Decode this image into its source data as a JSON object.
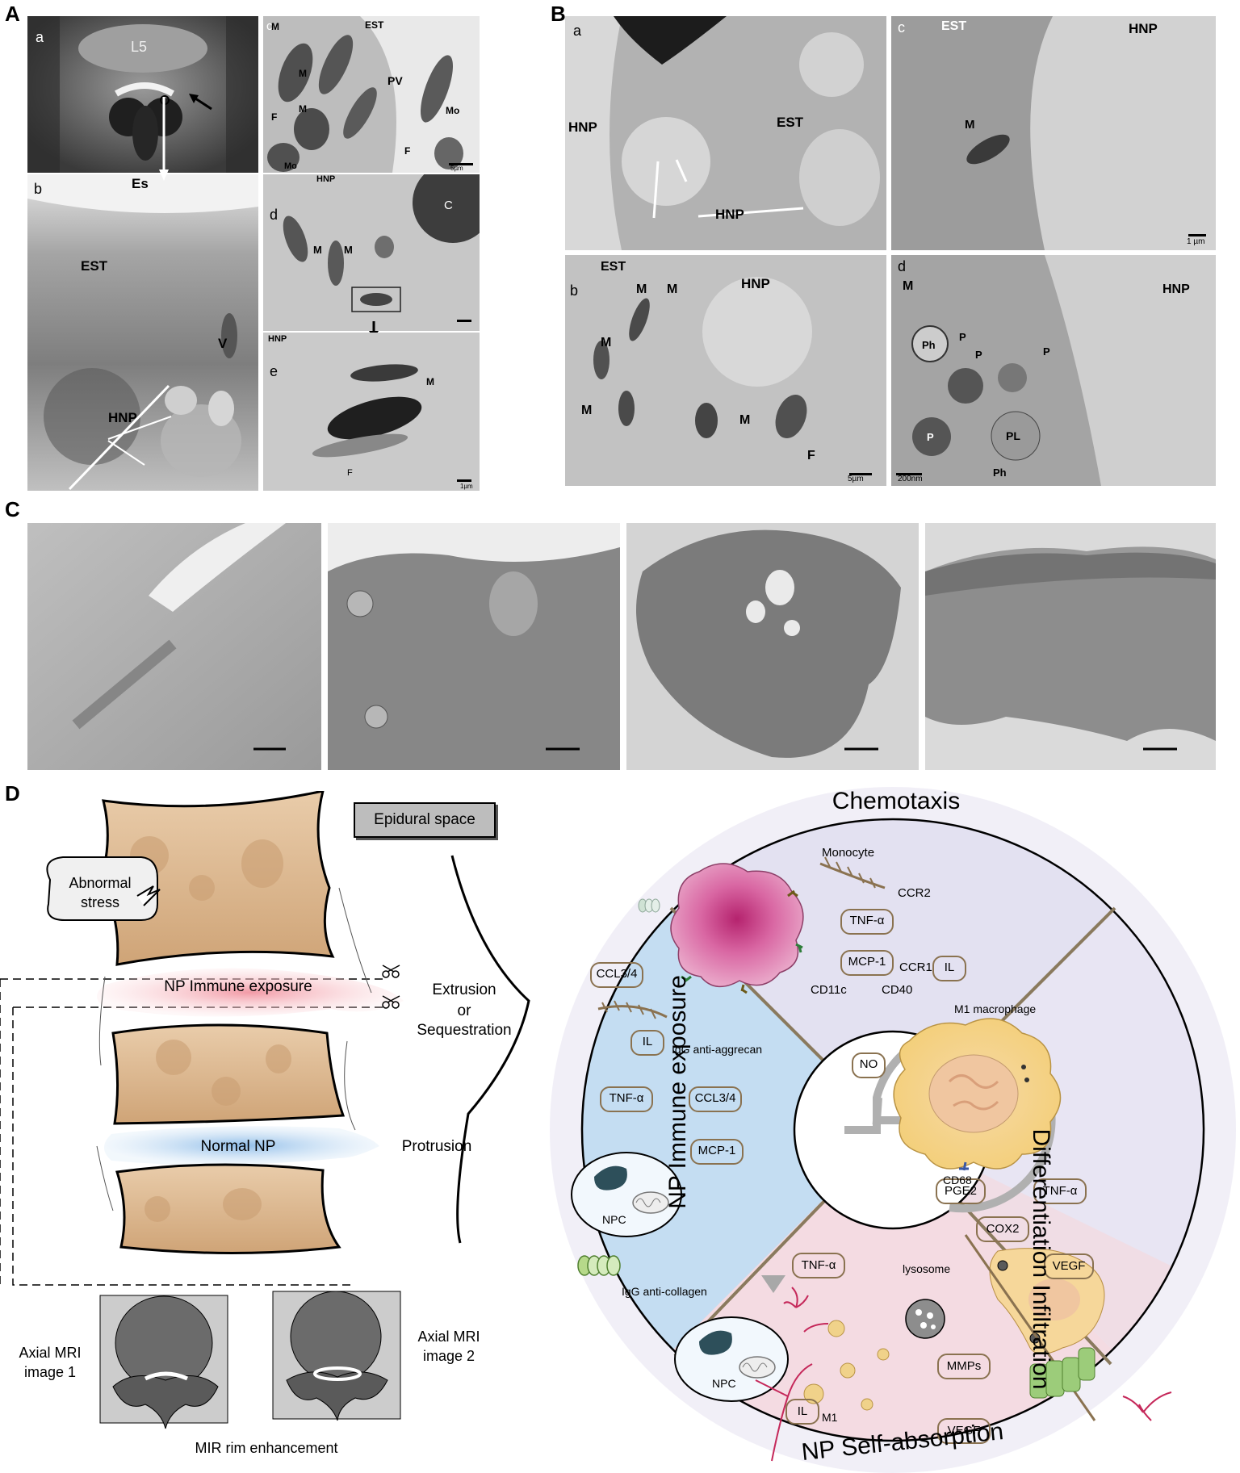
{
  "panels": {
    "A": "A",
    "B": "B",
    "C": "C",
    "D": "D"
  },
  "panelA": {
    "a": {
      "letter": "a",
      "L5": "L5"
    },
    "b": {
      "letter": "b",
      "Es": "Es",
      "EST": "EST",
      "V": "V",
      "HNP": "HNP"
    },
    "c": {
      "letter": "c",
      "EST": "EST",
      "M1": "M",
      "M2": "M",
      "M3": "M",
      "F1": "F",
      "F2": "F",
      "PV": "PV",
      "Mo1": "Mo",
      "Mo2": "Mo",
      "scale": "5µm"
    },
    "d": {
      "letter": "d",
      "HNP": "HNP",
      "C": "C",
      "M1": "M",
      "M2": "M"
    },
    "e": {
      "letter": "e",
      "HNP": "HNP",
      "M": "M",
      "F": "F",
      "scale": "1µm"
    }
  },
  "panelB": {
    "a": {
      "letter": "a",
      "HNP1": "HNP",
      "EST": "EST",
      "HNP2": "HNP"
    },
    "b": {
      "letter": "b",
      "EST": "EST",
      "HNP": "HNP",
      "M1": "M",
      "M2": "M",
      "M3": "M",
      "M4": "M",
      "M5": "M",
      "F": "F",
      "scale": "5µm"
    },
    "c": {
      "letter": "c",
      "EST": "EST",
      "HNP": "HNP",
      "M": "M",
      "scale": "1 µm"
    },
    "d": {
      "letter": "d",
      "M": "M",
      "HNP": "HNP",
      "P1": "P",
      "P2": "P",
      "P3": "P",
      "P4": "P",
      "Ph1": "Ph",
      "Ph2": "Ph",
      "PL": "PL",
      "scale": "200nm"
    }
  },
  "panelD": {
    "epidural": "Epidural space",
    "stress1": "Abnormal",
    "stress2": "stress",
    "np_exposure": "NP Immune exposure",
    "normal_np": "Normal NP",
    "extrusion1": "Extrusion",
    "extrusion2": "or",
    "extrusion3": "Sequestration",
    "protrusion": "Protrusion",
    "mri1_line1": "Axial MRI",
    "mri1_line2": "image 1",
    "mri2_line1": "Axial MRI",
    "mri2_line2": "image 2",
    "mir": "MIR rim enhancement"
  },
  "circle": {
    "chemotaxis": "Chemotaxis",
    "np_immune": "NP Immune exposure",
    "diff_infil": "Differentiation Infiltration",
    "self_abs": "NP Self-absorption",
    "monocyte": "Monocyte",
    "ccr2": "CCR2",
    "ccr1": "CCR1",
    "cd11c": "CD11c",
    "cd40": "CD40",
    "tnf_top": "TNF-α",
    "mcp1_top": "MCP-1",
    "ccl34_a": "CCL3/4",
    "il_left": "IL",
    "igg_agg": "IgG anti-aggrecan",
    "tnf_left": "TNF-α",
    "ccl34_b": "CCL3/4",
    "mcp1_left": "MCP-1",
    "npc_left": "NPC",
    "igg_col": "IgG anti-collagen",
    "il_right": "IL",
    "m1mac": "M1 macrophage",
    "no": "NO",
    "cd68": "CD68",
    "pge2": "PGE2",
    "tnf_right": "TNF-α",
    "cox2": "COX2",
    "vegf_right": "VEGF",
    "tnf_bottom": "TNF-α",
    "lysosome": "lysosome",
    "npc_bottom": "NPC",
    "mmps": "MMPs",
    "m1": "M1",
    "il_bottom": "IL",
    "vegf_bottom": "VEGF"
  },
  "colors": {
    "vertebra": "#ddb98d",
    "np_red": "#f4a7b0",
    "np_blue": "#a9cdef",
    "monocyte": "#d96aa6",
    "macrophage": "#f6dca0",
    "green": "#9ccc7a"
  }
}
